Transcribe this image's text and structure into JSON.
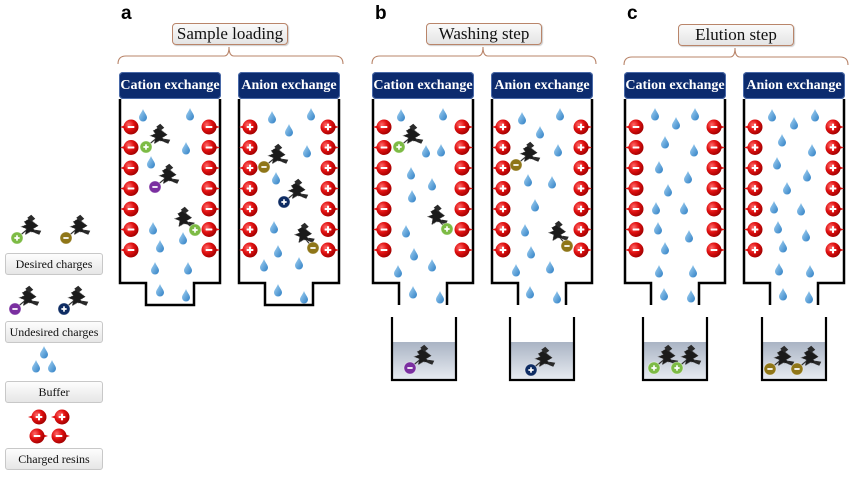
{
  "panels": [
    {
      "id": "a",
      "label": "a",
      "step": "Sample loading",
      "columns": [
        {
          "title": "Cation exchange",
          "resin_charge": "negative",
          "bound": [
            {
              "type": "desired_positive",
              "color": "#7dbb45",
              "sign": "+"
            },
            {
              "type": "desired_positive",
              "color": "#7dbb45",
              "sign": "+"
            }
          ],
          "free": [
            {
              "type": "undesired_negative",
              "color": "#7a2fa0",
              "sign": "-"
            }
          ],
          "eluate": null
        },
        {
          "title": "Anion exchange",
          "resin_charge": "positive",
          "bound": [
            {
              "type": "desired_negative",
              "color": "#8f7618",
              "sign": "-"
            },
            {
              "type": "desired_negative",
              "color": "#8f7618",
              "sign": "-"
            }
          ],
          "free": [
            {
              "type": "undesired_positive",
              "color": "#0e2c63",
              "sign": "+"
            }
          ],
          "eluate": null
        }
      ]
    },
    {
      "id": "b",
      "label": "b",
      "step": "Washing step",
      "columns": [
        {
          "title": "Cation exchange",
          "resin_charge": "negative",
          "bound": [
            {
              "type": "desired_positive",
              "color": "#7dbb45",
              "sign": "+"
            },
            {
              "type": "desired_positive",
              "color": "#7dbb45",
              "sign": "+"
            }
          ],
          "free": [],
          "eluate": [
            {
              "type": "undesired_negative",
              "color": "#7a2fa0",
              "sign": "-"
            }
          ]
        },
        {
          "title": "Anion exchange",
          "resin_charge": "positive",
          "bound": [
            {
              "type": "desired_negative",
              "color": "#8f7618",
              "sign": "-"
            },
            {
              "type": "desired_negative",
              "color": "#8f7618",
              "sign": "-"
            }
          ],
          "free": [],
          "eluate": [
            {
              "type": "undesired_positive",
              "color": "#0e2c63",
              "sign": "+"
            }
          ]
        }
      ]
    },
    {
      "id": "c",
      "label": "c",
      "step": "Elution step",
      "columns": [
        {
          "title": "Cation exchange",
          "resin_charge": "negative",
          "bound": [],
          "free": [],
          "eluate": [
            {
              "type": "desired_positive",
              "color": "#7dbb45",
              "sign": "+"
            },
            {
              "type": "desired_positive",
              "color": "#7dbb45",
              "sign": "+"
            }
          ]
        },
        {
          "title": "Anion exchange",
          "resin_charge": "positive",
          "bound": [],
          "free": [],
          "eluate": [
            {
              "type": "desired_negative",
              "color": "#8f7618",
              "sign": "-"
            },
            {
              "type": "desired_negative",
              "color": "#8f7618",
              "sign": "-"
            }
          ]
        }
      ]
    }
  ],
  "legend": {
    "desired": {
      "label": "Desired charges",
      "items": [
        {
          "color": "#7dbb45",
          "sign": "+"
        },
        {
          "color": "#8f7618",
          "sign": "-"
        }
      ]
    },
    "undesired": {
      "label": "Undesired charges",
      "items": [
        {
          "color": "#7a2fa0",
          "sign": "-"
        },
        {
          "color": "#0e2c63",
          "sign": "+"
        }
      ]
    },
    "buffer": {
      "label": "Buffer"
    },
    "resins": {
      "label": "Charged resins"
    }
  },
  "colors": {
    "header_bg": "#0c2b6e",
    "resin_red": "#e01010",
    "buffer_blue": "#3f94d6",
    "bracket": "#b9856a",
    "eluate_liquid": "#b7c1d0"
  }
}
